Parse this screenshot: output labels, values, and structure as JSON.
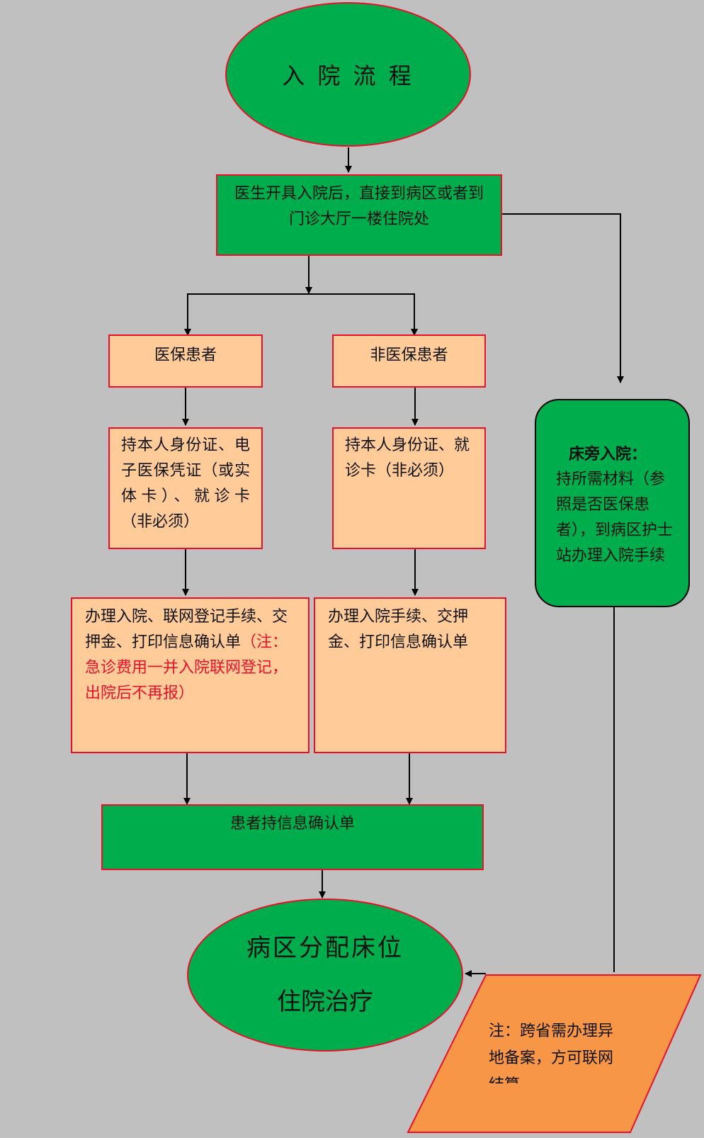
{
  "title": "入 院 流 程",
  "step1": "医生开具入院后，直接到病区或者到门诊大厅一楼住院处",
  "insured": {
    "label": "医保患者",
    "docs": "持本人身份证、电子医保凭证（或实体卡）、就诊卡（非必须）",
    "procedure": "办理入院、联网登记手续、交押金、打印信息确认单",
    "note": "（注：急诊费用一并入院联网登记，出院后不再报）"
  },
  "uninsured": {
    "label": "非医保患者",
    "docs": "持本人身份证、就诊卡（非必须）",
    "procedure": "办理入院手续、交押金、打印信息确认单"
  },
  "bedside": {
    "title": "床旁入院：",
    "body": "持所需材料（参照是否医保患者），到病区护士站办理入院手续"
  },
  "confirm": "患者持信息确认单",
  "final": {
    "line1": "病区分配床位",
    "line2": "住院治疗"
  },
  "note": "注：跨省需办理异地备案，方可联网结算",
  "colors": {
    "background": "#c0c0c0",
    "green": "#00ad4d",
    "peach": "#ffcc99",
    "orange": "#f79646",
    "red": "#e8102a"
  }
}
